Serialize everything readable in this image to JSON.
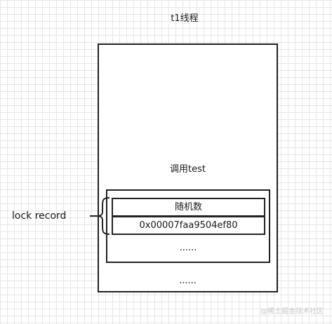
{
  "diagram": {
    "title": "t1线程",
    "call_label": "调用test",
    "lock_record_label": "lock record",
    "cells": [
      "随机数",
      "0x00007faa9504ef80"
    ],
    "frame_ellipsis": "......",
    "thread_ellipsis": "......"
  },
  "watermark": "@稀土掘金技术社区",
  "colors": {
    "line": "#222222",
    "grid": "#e6e6e6",
    "background": "#ffffff",
    "watermark": "#c8c8c8"
  }
}
